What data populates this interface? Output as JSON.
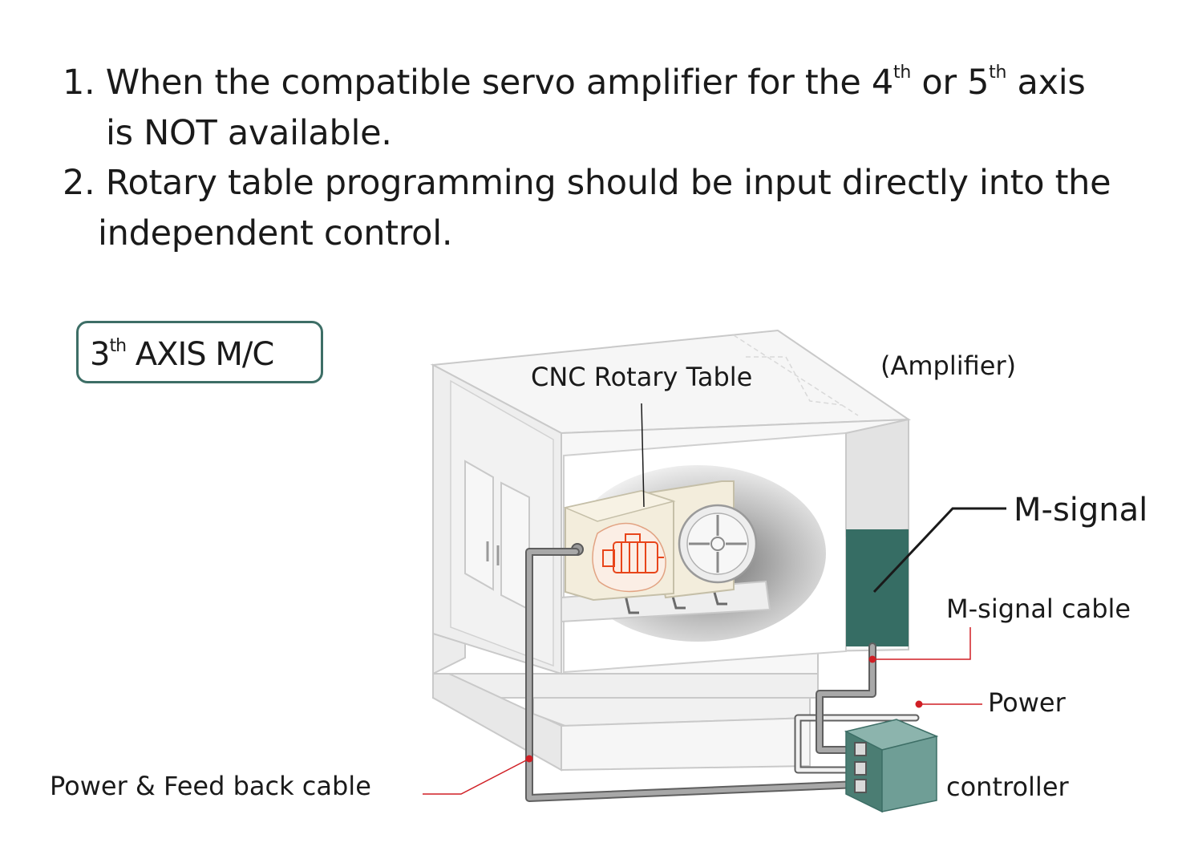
{
  "instructions": {
    "line1_prefix": "1. When the compatible servo amplifier for the 4",
    "line1_sup1": "th",
    "line1_mid": " or 5",
    "line1_sup2": "th",
    "line1_suffix": " axis",
    "line2": "is NOT available.",
    "line3": "2. Rotary table programming should be input directly into the",
    "line4": "independent control."
  },
  "axis_box": {
    "number": "3",
    "sup": "th",
    "text": " AXIS M/C"
  },
  "labels": {
    "rotary_table": "CNC Rotary Table",
    "amplifier": "(Amplifier)",
    "m_signal": "M-signal",
    "m_signal_cable": "M-signal cable",
    "power": "Power",
    "controller": "controller",
    "feedback_cable": "Power & Feed back cable"
  },
  "colors": {
    "accent_teal": "#366d64",
    "controller_light": "#6f9e96",
    "controller_dark": "#4b7d73",
    "leader_red": "#d01f25",
    "machine_fill": "#f4f4f4",
    "machine_stroke": "#c9c9c9",
    "cable_gray": "#8d8d8d",
    "motor_orange": "#e8451a",
    "rotary_body": "#f3eddc"
  }
}
